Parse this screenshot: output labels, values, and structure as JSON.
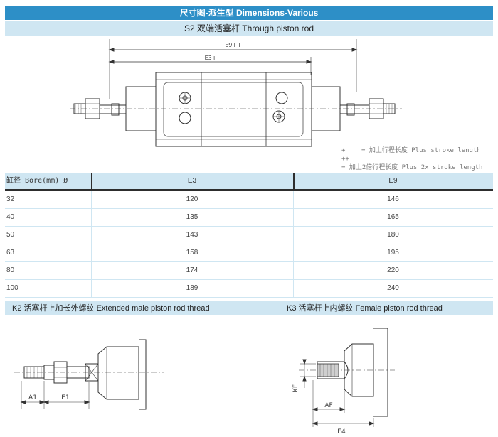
{
  "header": {
    "title": "尺寸图-派生型 Dimensions-Various",
    "subtitle": "S2 双端活塞杆 Through piston rod"
  },
  "diagram_top": {
    "label_e9": "E9++",
    "label_e3": "E3+"
  },
  "legend": [
    {
      "symbol": "+",
      "text": "= 加上行程长度  Plus stroke length"
    },
    {
      "symbol": "++",
      "text": "= 加上2倍行程长度  Plus 2x stroke length"
    }
  ],
  "table": {
    "headers": [
      "缸径 Bore(mm) Ø",
      "E3",
      "E9"
    ],
    "rows": [
      [
        "32",
        "120",
        "146"
      ],
      [
        "40",
        "135",
        "165"
      ],
      [
        "50",
        "143",
        "180"
      ],
      [
        "63",
        "158",
        "195"
      ],
      [
        "80",
        "174",
        "220"
      ],
      [
        "100",
        "189",
        "240"
      ]
    ]
  },
  "bottom": {
    "k2_title": "K2 活塞杆上加长外螺纹 Extended male piston rod thread",
    "k3_title": "K3 活塞杆上内螺纹 Female piston rod thread",
    "k2_labels": {
      "a1": "A1",
      "e1": "E1"
    },
    "k3_labels": {
      "kf": "KF",
      "af": "AF",
      "e4": "E4"
    }
  }
}
